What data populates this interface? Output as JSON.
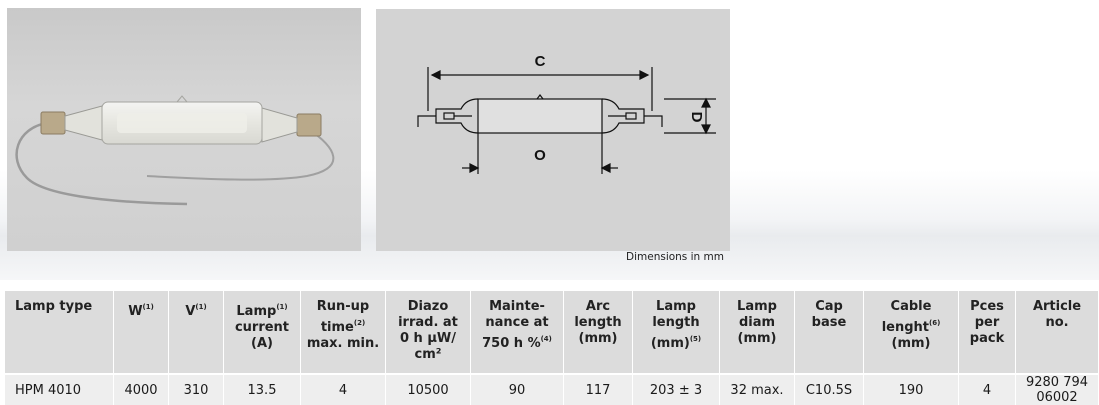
{
  "figure": {
    "dimensions_note": "Dimensions in mm",
    "labels": {
      "c": "C",
      "d": "D",
      "o": "O"
    }
  },
  "table": {
    "headers": [
      {
        "text": "Lamp type",
        "sup": ""
      },
      {
        "text": "W",
        "sup": "(1)"
      },
      {
        "text": "V",
        "sup": "(1)"
      },
      {
        "text": "Lamp",
        "sup": "(1)",
        "rest": "current\n(A)"
      },
      {
        "text": "Run-up\ntime",
        "sup": "(2)",
        "rest": "max. min."
      },
      {
        "text": "Diazo\nirrad. at\n0 h  µW/\ncm²",
        "sup": ""
      },
      {
        "text": "Mainte-\nnance at\n750 h %",
        "sup": "(4)"
      },
      {
        "text": "Arc\nlength\n(mm)",
        "sup": ""
      },
      {
        "text": "Lamp\nlength\n(mm)",
        "sup": "(5)"
      },
      {
        "text": "Lamp\ndiam\n(mm)",
        "sup": ""
      },
      {
        "text": "Cap\nbase",
        "sup": ""
      },
      {
        "text": "Cable\nlenght",
        "sup": "(6)",
        "rest": "(mm)"
      },
      {
        "text": "Pces\nper\npack",
        "sup": ""
      },
      {
        "text": "Article no.",
        "sup": ""
      }
    ],
    "row": [
      "HPM 4010",
      "4000",
      "310",
      "13.5",
      "4",
      "10500",
      "90",
      "117",
      "203 ± 3",
      "32 max.",
      "C10.5S",
      "190",
      "4",
      "9280 794 06002"
    ]
  }
}
